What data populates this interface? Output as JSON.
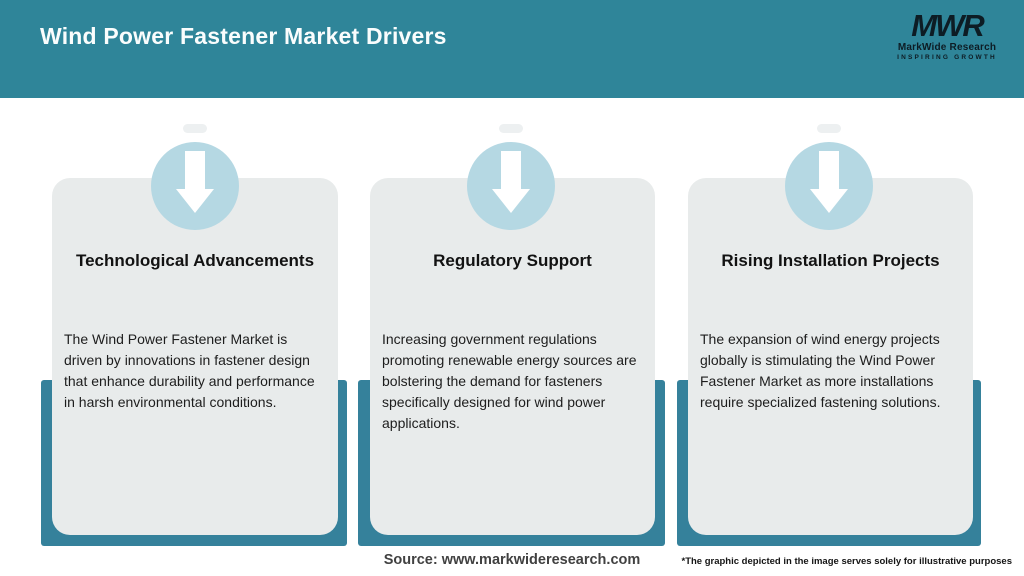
{
  "header": {
    "title": "Wind Power Fastener Market Drivers",
    "logo": {
      "monogram": "MWR",
      "name": "MarkWide Research",
      "tagline": "INSPIRING GROWTH"
    }
  },
  "cards": [
    {
      "icon": "down-arrow-icon",
      "title": "Technological Advancements",
      "body": "The Wind Power Fastener Market is\ndriven by innovations in fastener design\nthat enhance durability and performance\nin harsh environmental conditions."
    },
    {
      "icon": "down-arrow-icon",
      "title": "Regulatory Support",
      "body": "Increasing government regulations\npromoting renewable energy sources are\nbolstering the demand for fasteners\nspecifically designed for wind power\napplications."
    },
    {
      "icon": "down-arrow-icon",
      "title": "Rising Installation Projects",
      "body": "The expansion of wind energy projects\nglobally is stimulating the Wind Power\nFastener Market as more installations\nrequire specialized fastening solutions."
    }
  ],
  "footer": {
    "source": "Source: www.markwideresearch.com",
    "disclaimer": "*The graphic depicted in the image serves solely for illustrative purposes"
  },
  "colors": {
    "header_bg": "#2f8599",
    "band_teal": "#35819b",
    "card_bg": "#e8ebeb",
    "circle_blue": "#b5d8e3",
    "arrow_white": "#ffffff",
    "logo_ink": "#0d1c24"
  }
}
